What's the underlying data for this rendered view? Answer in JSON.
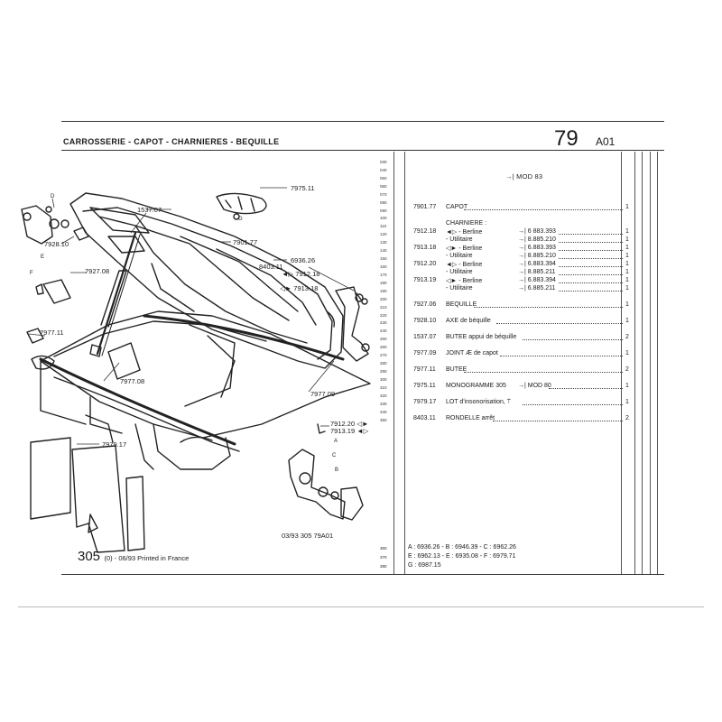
{
  "header": {
    "section_title": "CARROSSERIE - CAPOT - CHARNIERES - BEQUILLE",
    "page_number": "79",
    "page_suffix": "A01"
  },
  "mod_filter": "MOD 83",
  "ruler": [
    "030",
    "040",
    "050",
    "060",
    "070",
    "080",
    "090",
    "100",
    "110",
    "120",
    "130",
    "140",
    "150",
    "160",
    "170",
    "180",
    "190",
    "200",
    "210",
    "220",
    "230",
    "240",
    "250",
    "260",
    "270",
    "280",
    "290",
    "300",
    "310",
    "320",
    "330",
    "340",
    "350"
  ],
  "ruler_bottom": [
    "360",
    "370",
    "380"
  ],
  "parts": [
    {
      "ref": "7901.77",
      "desc": "CAPOT",
      "qty": "1"
    },
    {
      "gap": true
    },
    {
      "ref": "",
      "desc": "CHARNIERE :",
      "qty": ""
    },
    {
      "ref": "7912.18",
      "desc": "◄▷ - Berline",
      "ref2": "6 883.393",
      "qty": "1"
    },
    {
      "ref": "",
      "desc": "- Utilitaire",
      "ref2": "8.885.210",
      "qty": "1"
    },
    {
      "ref": "7913.18",
      "desc": "◁► - Berline",
      "ref2": "6.883.393",
      "qty": "1"
    },
    {
      "ref": "",
      "desc": "- Utilitaire",
      "ref2": "8.885.210",
      "qty": "1"
    },
    {
      "ref": "7912.20",
      "desc": "◄▷ - Berline",
      "ref2": "6.883.394",
      "qty": "1"
    },
    {
      "ref": "",
      "desc": "- Utilitaire",
      "ref2": "8.885.211",
      "qty": "1"
    },
    {
      "ref": "7913.19",
      "desc": "◁► - Berline",
      "ref2": "6.883.394",
      "qty": "1"
    },
    {
      "ref": "",
      "desc": "- Utilitaire",
      "ref2": "6.885.211",
      "qty": "1"
    },
    {
      "gap": true
    },
    {
      "ref": "7927.06",
      "desc": "BEQUILLE",
      "qty": "1"
    },
    {
      "gap": true
    },
    {
      "ref": "7928.10",
      "desc": "AXE de béquille",
      "qty": "1"
    },
    {
      "gap": true
    },
    {
      "ref": "1537.07",
      "desc": "BUTEE appui de béquille",
      "qty": "2"
    },
    {
      "gap": true
    },
    {
      "ref": "7977.09",
      "desc": "JOINT Æ de capot",
      "qty": "1"
    },
    {
      "gap": true
    },
    {
      "ref": "7977.11",
      "desc": "BUTEE",
      "qty": "2"
    },
    {
      "gap": true
    },
    {
      "ref": "7975.11",
      "desc": "MONOGRAMME 305",
      "ref2": "MOD 80",
      "qty": "1"
    },
    {
      "gap": true
    },
    {
      "ref": "7979.17",
      "desc": "LOT d'insonorisation, ⍡",
      "qty": "1"
    },
    {
      "gap": true
    },
    {
      "ref": "8403.11",
      "desc": "RONDELLE arrêt",
      "qty": "2"
    }
  ],
  "legend": [
    "A : 6936.26 - B : 6946.39 - C : 6962.26",
    "E : 6962.13 - E : 6935.08 - F : 6979.71",
    "G : 6987.15"
  ],
  "callouts": {
    "c7975": "7975.11",
    "c1537": "1537.07",
    "c7901": "7901.77",
    "c6936": "6936.26",
    "c8403": "8403.11",
    "c7912a": "7912.18",
    "c7913a": "7913.18",
    "c7927": "7927.08",
    "c7928": "7928.10",
    "c7977a": "7977.11",
    "c7977b": "7977.08",
    "c7977c": "7977.09",
    "c7979": "7979.17",
    "c7912b": "7912.20",
    "c7913b": "7913.19",
    "lA": "A",
    "lB": "B",
    "lC": "C",
    "lD": "D",
    "lE": "E",
    "lF": "F",
    "lG": "G"
  },
  "footer": {
    "code": "03/93 305 79A01",
    "model": "305",
    "model_suffix": "(0) - 06/93 Printed in France"
  }
}
